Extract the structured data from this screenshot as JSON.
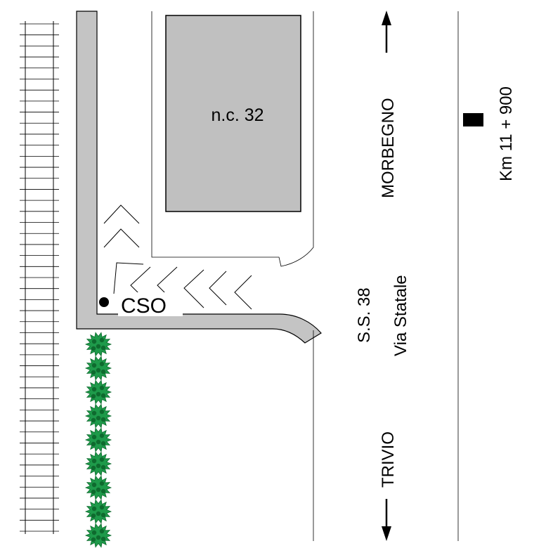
{
  "labels": {
    "building": "n.c. 32",
    "cso": "CSO",
    "road_number": "S.S. 38",
    "road_name": "Via Statale",
    "direction_north": "MORBEGNO",
    "direction_south": "TRIVIO",
    "kilometer_marker": "Km 11 + 900"
  },
  "colors": {
    "road_fill": "#c4c4c4",
    "building_fill": "#c0c0c0",
    "tree_green": "#1e9a4a",
    "tree_dark": "#0e6a2e",
    "lines": "#000000"
  },
  "features": {
    "railway_sleepers": 47,
    "trees": 9
  }
}
